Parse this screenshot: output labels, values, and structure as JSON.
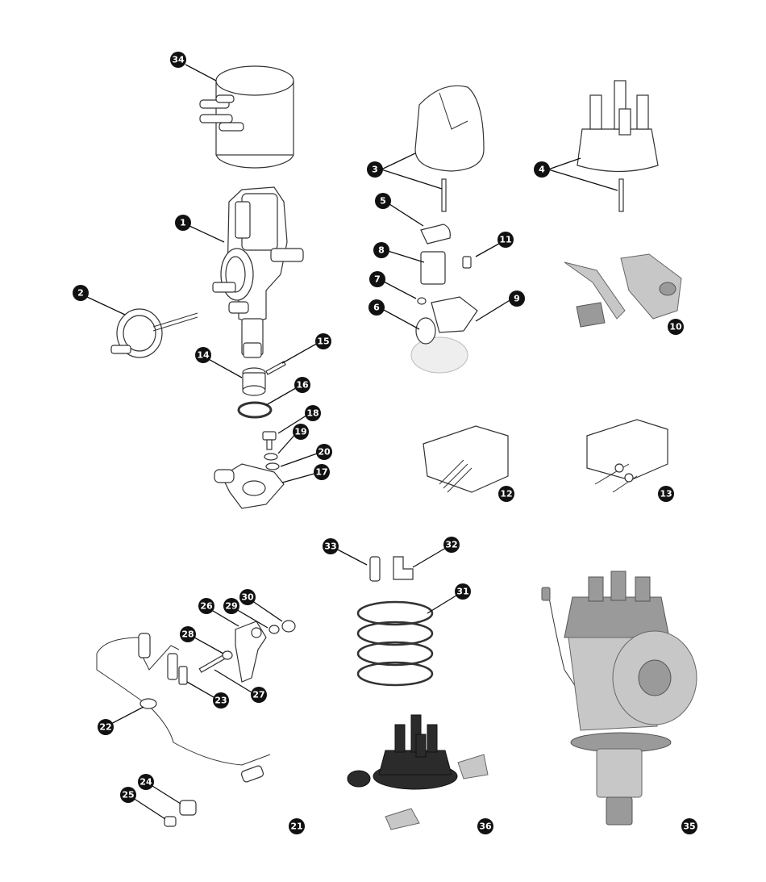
{
  "callouts": [
    {
      "id": "callout-1",
      "label": "1"
    },
    {
      "id": "callout-2",
      "label": "2"
    },
    {
      "id": "callout-3",
      "label": "3"
    },
    {
      "id": "callout-4",
      "label": "4"
    },
    {
      "id": "callout-5",
      "label": "5"
    },
    {
      "id": "callout-6",
      "label": "6"
    },
    {
      "id": "callout-7",
      "label": "7"
    },
    {
      "id": "callout-8",
      "label": "8"
    },
    {
      "id": "callout-9",
      "label": "9"
    },
    {
      "id": "callout-10",
      "label": "10"
    },
    {
      "id": "callout-11",
      "label": "11"
    },
    {
      "id": "callout-12",
      "label": "12"
    },
    {
      "id": "callout-13",
      "label": "13"
    },
    {
      "id": "callout-14",
      "label": "14"
    },
    {
      "id": "callout-15",
      "label": "15"
    },
    {
      "id": "callout-16",
      "label": "16"
    },
    {
      "id": "callout-17",
      "label": "17"
    },
    {
      "id": "callout-18",
      "label": "18"
    },
    {
      "id": "callout-19",
      "label": "19"
    },
    {
      "id": "callout-20",
      "label": "20"
    },
    {
      "id": "callout-21",
      "label": "21"
    },
    {
      "id": "callout-22",
      "label": "22"
    },
    {
      "id": "callout-23",
      "label": "23"
    },
    {
      "id": "callout-24",
      "label": "24"
    },
    {
      "id": "callout-25",
      "label": "25"
    },
    {
      "id": "callout-26",
      "label": "26"
    },
    {
      "id": "callout-27",
      "label": "27"
    },
    {
      "id": "callout-28",
      "label": "28"
    },
    {
      "id": "callout-29",
      "label": "29"
    },
    {
      "id": "callout-30",
      "label": "30"
    },
    {
      "id": "callout-31",
      "label": "31"
    },
    {
      "id": "callout-32",
      "label": "32"
    },
    {
      "id": "callout-33",
      "label": "33"
    },
    {
      "id": "callout-34",
      "label": "34"
    },
    {
      "id": "callout-35",
      "label": "35"
    },
    {
      "id": "callout-36",
      "label": "36"
    }
  ]
}
